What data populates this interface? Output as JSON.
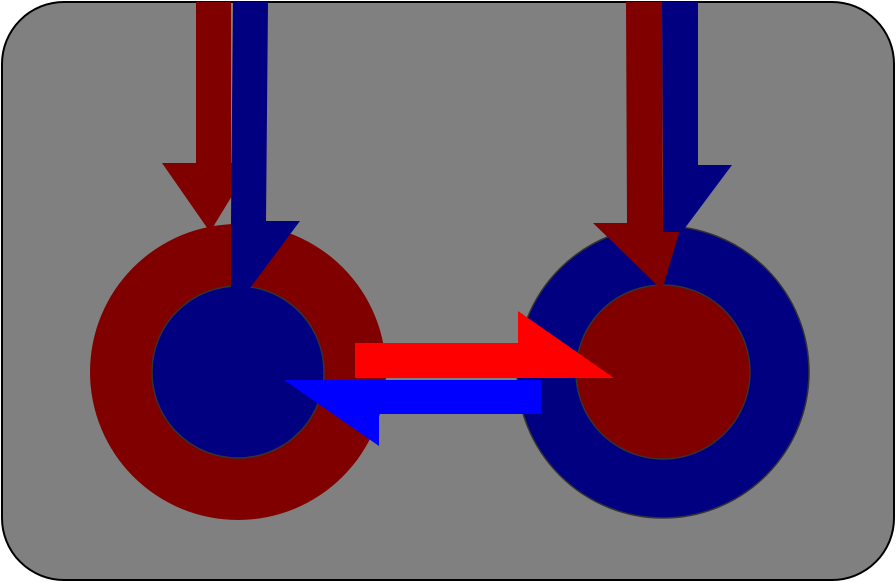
{
  "colors": {
    "panel": "#808080",
    "panel_border": "#000000",
    "dark_red": "#800000",
    "navy": "#000080",
    "red": "#ff0000",
    "blue": "#0000ff",
    "inner_border": "#333333"
  },
  "nodes": [
    {
      "id": "left",
      "outer_ring_color": "dark_red",
      "inner_disc_color": "navy"
    },
    {
      "id": "right",
      "outer_ring_color": "navy",
      "inner_disc_color": "dark_red"
    }
  ],
  "arrows": [
    {
      "id": "left-dark-red-down",
      "color": "dark_red",
      "direction": "down"
    },
    {
      "id": "left-navy-down",
      "color": "navy",
      "direction": "down"
    },
    {
      "id": "right-dark-red-down",
      "color": "dark_red",
      "direction": "down"
    },
    {
      "id": "right-navy-down",
      "color": "navy",
      "direction": "down"
    },
    {
      "id": "red-left-to-right",
      "color": "red",
      "direction": "right"
    },
    {
      "id": "blue-right-to-left",
      "color": "blue",
      "direction": "left"
    }
  ]
}
